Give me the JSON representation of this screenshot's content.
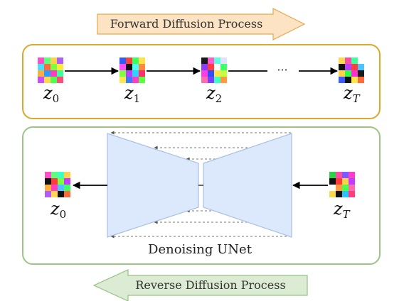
{
  "forward_banner": {
    "label": "Forward Diffusion Process",
    "fill": "#fbe3c3",
    "stroke": "#e7a94c"
  },
  "reverse_banner": {
    "label": "Reverse Diffusion Process",
    "fill": "#dcecd4",
    "stroke": "#96c181"
  },
  "forward_panel": {
    "border_color": "#d9a92c",
    "nodes": [
      {
        "symbol": "z",
        "subscript": "0"
      },
      {
        "symbol": "z",
        "subscript": "1"
      },
      {
        "symbol": "z",
        "subscript": "2"
      },
      {
        "symbol": "z",
        "subscript": "T"
      }
    ],
    "ellipsis": "···"
  },
  "reverse_panel": {
    "border_color": "#9dc486",
    "input": {
      "symbol": "z",
      "subscript": "T"
    },
    "output": {
      "symbol": "z",
      "subscript": "0"
    },
    "unet": {
      "label": "Denoising UNet",
      "fill": "#dce8fb",
      "stroke": "#a8c0e4"
    }
  },
  "patch_colors": {
    "z0": [
      "#ff4ec8",
      "#5cff7a",
      "#ffd24a",
      "#b05cff",
      "#4adfff",
      "#ff6a3d",
      "#7cff3f",
      "#ffeb3b",
      "#ffae3d",
      "#2f9bff",
      "#ff3dbd",
      "#3dff9e",
      "#c94dff",
      "#ffd84d",
      "#4dff4d",
      "#ff4d7a"
    ],
    "z1": [
      "#2f5bff",
      "#ff3d3d",
      "#3dff5b",
      "#ffe14a",
      "#ff4dff",
      "#111111",
      "#4dfff2",
      "#ff8a3d",
      "#7cff3f",
      "#c03dff",
      "#2fd1ff",
      "#ff2f6a",
      "#ffe64a",
      "#3d7aff",
      "#ff3dc8",
      "#5bff3d"
    ],
    "z2": [
      "#1a1a1a",
      "#ff5bd1",
      "#5bffe0",
      "#e0e0ff",
      "#8a3dff",
      "#ff3d3d",
      "#ffffff",
      "#3dff6a",
      "#ff3de1",
      "#2f4dff",
      "#ffe14a",
      "#c4ff3d",
      "#ff6ab0",
      "#7c3dff",
      "#3dffc4",
      "#ff9a3d"
    ],
    "zT": [
      "#ffd84d",
      "#ff4da6",
      "#3dff9e",
      "#ffffff",
      "#111111",
      "#c03dff",
      "#ff3d3d",
      "#4dc4ff",
      "#ffd24a",
      "#2bff4a",
      "#ff2fd1",
      "#1a1a1a",
      "#3d5bff",
      "#111111",
      "#ffe64a",
      "#ff6a3d"
    ],
    "zT_reverse": [
      "#2ad44a",
      "#ff4da6",
      "#7a5bff",
      "#ff3dc8",
      "#111111",
      "#ff3d3d",
      "#ffd24a",
      "#c03dff",
      "#ffffff",
      "#ff9a3d",
      "#4dff4d",
      "#ff6ab0",
      "#ffd84d",
      "#111111",
      "#2bc4ff",
      "#ff3d7a"
    ],
    "z0_reverse": [
      "#ff4ec8",
      "#5cff7a",
      "#3dffc4",
      "#ffd24a",
      "#111111",
      "#ff3d3d",
      "#7cff3f",
      "#c03dff",
      "#ffae3d",
      "#ff3dbd",
      "#4dc4ff",
      "#3dff6a",
      "#b05cff",
      "#ffd84d",
      "#111111",
      "#ff6a3d"
    ]
  }
}
